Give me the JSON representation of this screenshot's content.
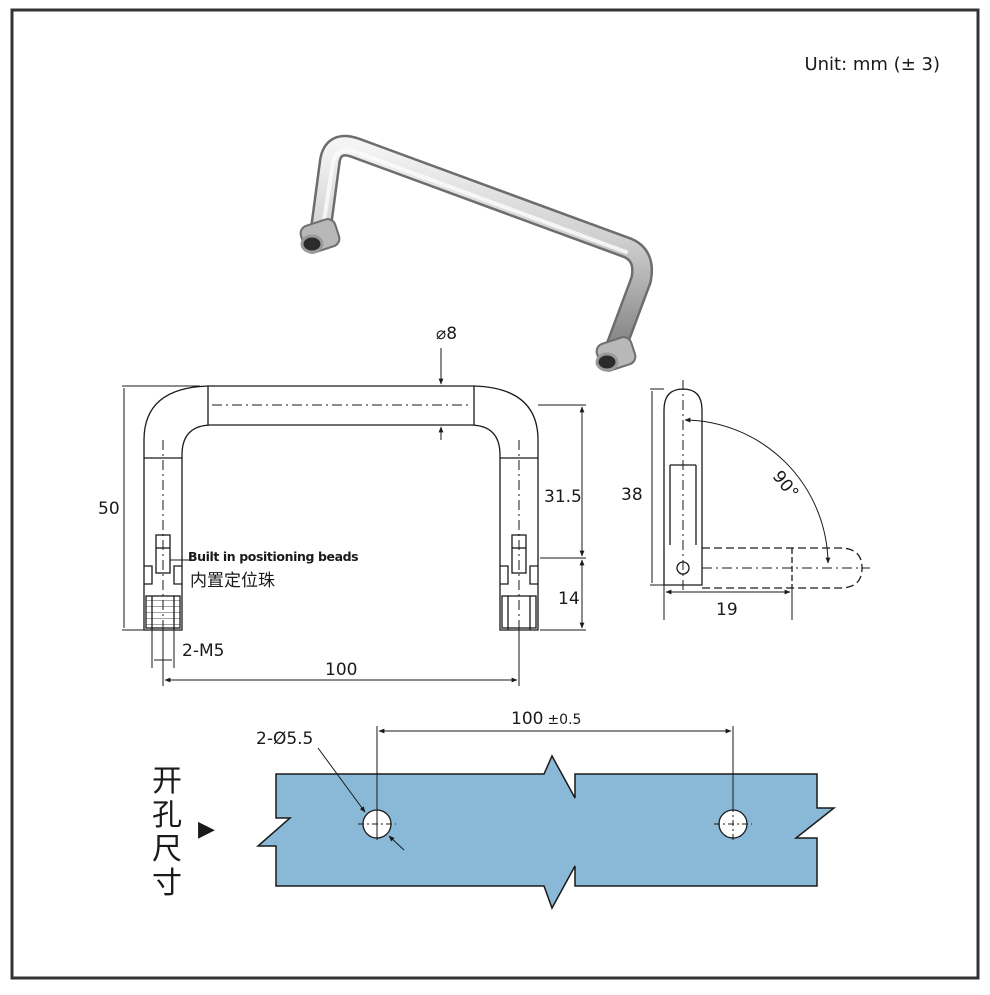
{
  "unit_label": "Unit: mm (± 3)",
  "dimensions": {
    "bar_diameter": "⌀8",
    "height_total": "50",
    "height_inner": "31.5",
    "insert_height": "14",
    "thread": "2-M5",
    "center_distance": "100",
    "side_height": "38",
    "fold_angle": "90°",
    "fold_width": "19"
  },
  "notes": {
    "beads_en": "Built in positioning beads",
    "beads_cn": "内置定位珠"
  },
  "cutout": {
    "label_chars": [
      "开",
      "孔",
      "尺",
      "寸"
    ],
    "arrow": "▶",
    "hole_spec": "2-Ø5.5",
    "spacing": "100",
    "spacing_tol": "±0.5"
  },
  "colors": {
    "frame": "#333333",
    "line": "#1a1a1a",
    "panel_fill": "#8ab9d7",
    "metal_light": "#e8e8e8",
    "metal_dark": "#8c8c8c"
  }
}
